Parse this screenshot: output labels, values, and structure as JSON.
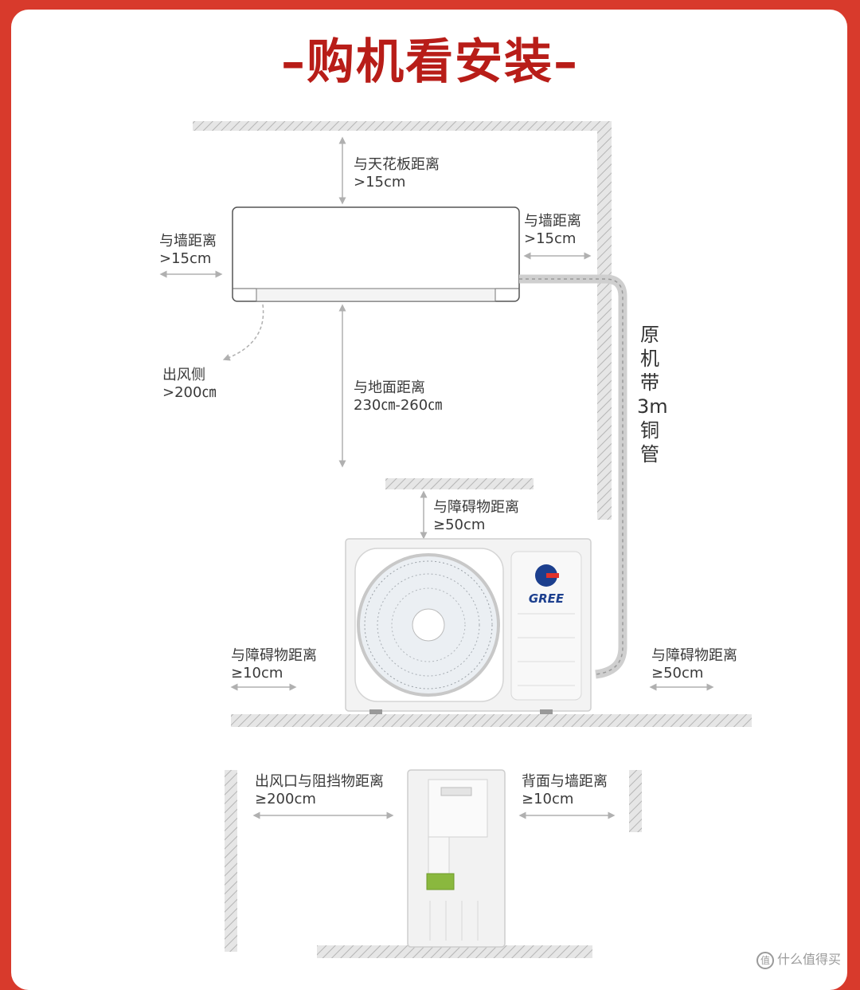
{
  "header": {
    "title": "–购机看安装–"
  },
  "indoor": {
    "ceiling": {
      "line1": "与天花板距离",
      "line2": ">15cm"
    },
    "left_wall": {
      "line1": "与墙距离",
      "line2": ">15cm"
    },
    "right_wall": {
      "line1": "与墙距离",
      "line2": ">15cm"
    },
    "outlet_side": {
      "line1": "出风侧",
      "line2": ">200㎝"
    },
    "floor": {
      "line1": "与地面距离",
      "line2": "230㎝-260㎝"
    }
  },
  "pipe": {
    "chars": [
      "原",
      "机",
      "带",
      "3m",
      "铜",
      "管"
    ]
  },
  "outdoor_front": {
    "top": {
      "line1": "与障碍物距离",
      "line2": "≥50cm"
    },
    "left": {
      "line1": "与障碍物距离",
      "line2": "≥10cm"
    },
    "right": {
      "line1": "与障碍物距离",
      "line2": "≥50cm"
    },
    "brand": "GREE"
  },
  "outdoor_side": {
    "outlet": {
      "line1": "出风口与阻挡物距离",
      "line2": "≥200cm"
    },
    "back": {
      "line1": "背面与墙距离",
      "line2": "≥10cm"
    }
  },
  "watermark": {
    "icon_char": "值",
    "text": "什么值得买"
  },
  "colors": {
    "title": "#b81d18",
    "frame": "#d83a2c"
  }
}
